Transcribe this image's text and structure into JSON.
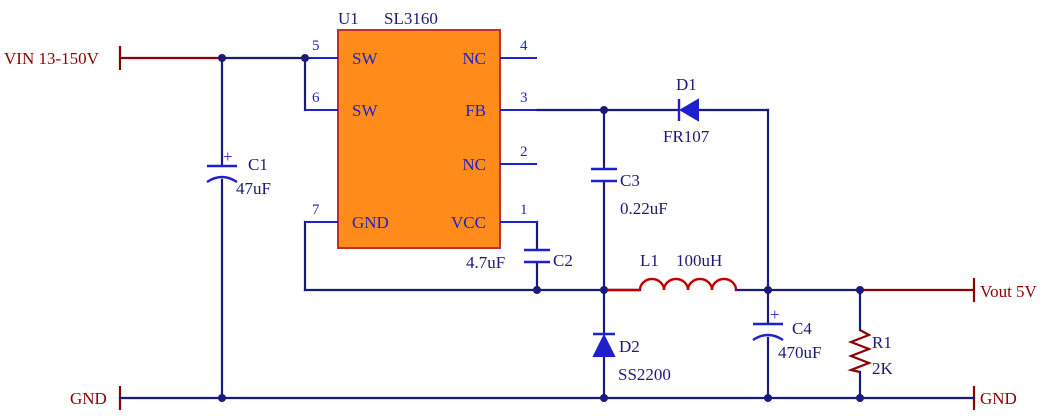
{
  "ports": {
    "vin": "VIN 13-150V",
    "vout": "Vout 5V",
    "gnd_left": "GND",
    "gnd_right": "GND"
  },
  "ic": {
    "designator": "U1",
    "part": "SL3160",
    "body_color": "#ff8c1a",
    "pins": {
      "p5": {
        "num": "5",
        "name": "SW"
      },
      "p6": {
        "num": "6",
        "name": "SW"
      },
      "p7": {
        "num": "7",
        "name": "GND"
      },
      "p4": {
        "num": "4",
        "name": "NC"
      },
      "p3": {
        "num": "3",
        "name": "FB"
      },
      "p2": {
        "num": "2",
        "name": "NC"
      },
      "p1": {
        "num": "1",
        "name": "VCC"
      }
    }
  },
  "components": {
    "c1": {
      "ref": "C1",
      "value": "47uF"
    },
    "c2": {
      "ref": "C2",
      "value": "4.7uF"
    },
    "c3": {
      "ref": "C3",
      "value": "0.22uF"
    },
    "c4": {
      "ref": "C4",
      "value": "470uF"
    },
    "d1": {
      "ref": "D1",
      "value": "FR107"
    },
    "d2": {
      "ref": "D2",
      "value": "SS2200"
    },
    "l1": {
      "ref": "L1",
      "value": "100uH"
    },
    "r1": {
      "ref": "R1",
      "value": "2K"
    }
  },
  "polarity_mark": "+",
  "colors": {
    "wire": "#1a1a7a",
    "component": "#1f1fcc",
    "port": "#8b0000",
    "inductor": "#c00000"
  }
}
